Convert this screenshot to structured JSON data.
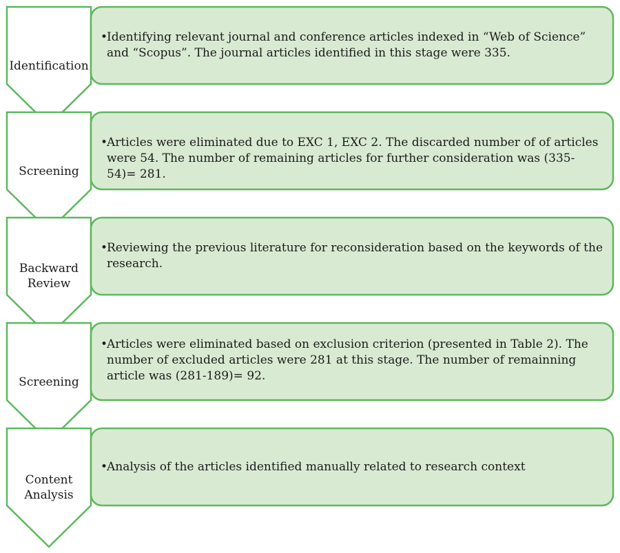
{
  "colors": {
    "box_fill": "#d9ead3",
    "border": "#5cb85c",
    "chevron_fill": "#ffffff",
    "text": "#1a1a1a"
  },
  "stages": [
    {
      "label": "Identification",
      "bullet": "•",
      "text": "Identifying relevant journal and conference articles indexed in “Web of Science” and “Scopus”. The journal articles identified in this stage were 335."
    },
    {
      "label": "Screening",
      "bullet": "•",
      "text": "Articles were eliminated due to EXC 1, EXC 2. The discarded number of of articles were 54. The number of remaining articles for further consideration was  (335-54)= 281."
    },
    {
      "label": "Backward\nReview",
      "bullet": "•",
      "text": "Reviewing the previous literature for reconsideration based on the keywords of the research."
    },
    {
      "label": "Screening",
      "bullet": "•",
      "text": "Articles were eliminated based on exclusion criterion (presented in Table 2). The number of excluded articles were 281 at this stage. The number of remainning article was (281-189)= 92."
    },
    {
      "label": "Content\nAnalysis",
      "bullet": "•",
      "text": "Analysis of the articles identified manually related to research context"
    }
  ]
}
